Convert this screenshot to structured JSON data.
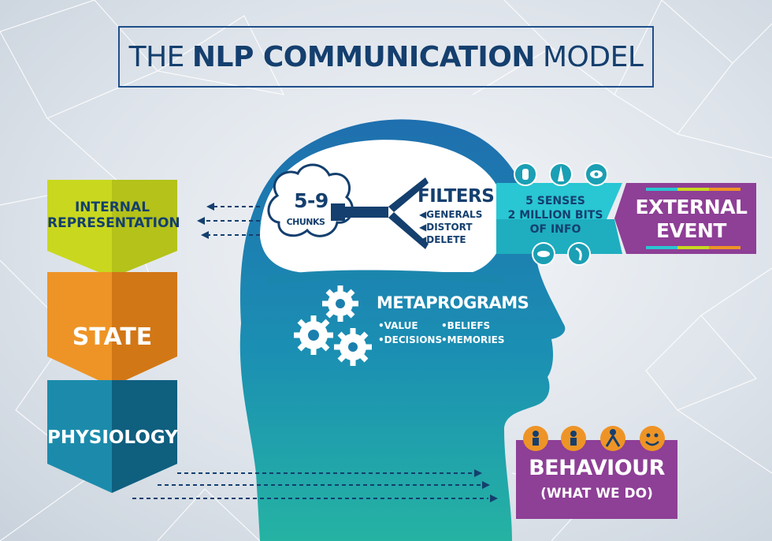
{
  "title": {
    "prefix": "THE",
    "bold": "NLP COMMUNICATION",
    "suffix": "MODEL"
  },
  "left_chevrons": {
    "internal_representation": {
      "line1": "INTERNAL",
      "line2": "REPRESENTATION"
    },
    "state": "STATE",
    "physiology": "PHYSIOLOGY"
  },
  "brain": {
    "chunks_number": "5-9",
    "chunks_label": "CHUNKS",
    "filters_title": "FILTERS",
    "filters": [
      "◀GENERALS",
      "◀DISTORT",
      "◀DELETE"
    ]
  },
  "metaprograms": {
    "title": "METAPROGRAMS",
    "items": [
      "•VALUE",
      "•BELIEFS",
      "•DECISIONS",
      "•MEMORIES"
    ]
  },
  "senses": {
    "line1": "5 SENSES",
    "line2": "2 MILLION BITS",
    "line3": "OF INFO"
  },
  "external_event": {
    "line1": "EXTERNAL",
    "line2": "EVENT"
  },
  "behaviour": {
    "title": "BEHAVIOUR",
    "subtitle": "(WHAT WE DO)"
  },
  "colors": {
    "navy": "#143f6e",
    "lime": "#c9d81f",
    "orange": "#ea8a1f",
    "teal": "#1a7f98",
    "cyan": "#29c6d3",
    "purple": "#8e3f96",
    "head": "#1b86ad"
  }
}
